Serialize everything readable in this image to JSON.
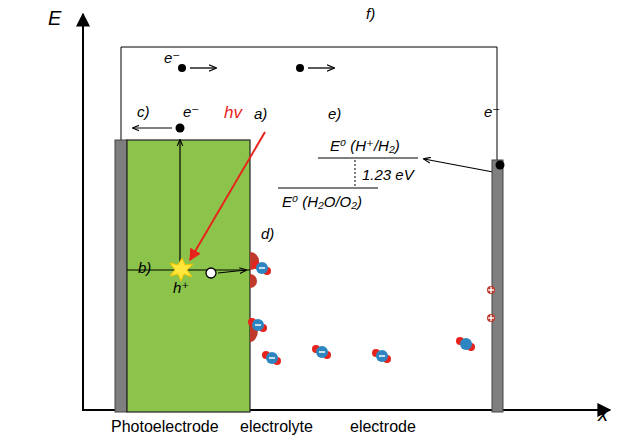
{
  "diagram": {
    "nodes": [
      {
        "text": [
          "b)",
          "h⁺"
        ]
      }
    ],
    "labels": [
      "E",
      "f)",
      "e⁻",
      "c)",
      "e⁻",
      "hv",
      "a)",
      "e)",
      "e⁻",
      "E⁰ (H⁺/H₂)",
      "1.23 eV",
      "E⁰ (H₂O/O₂)",
      "d)",
      "Photoelectrode",
      "electrolyte",
      "electrode",
      "x"
    ]
  }
}
